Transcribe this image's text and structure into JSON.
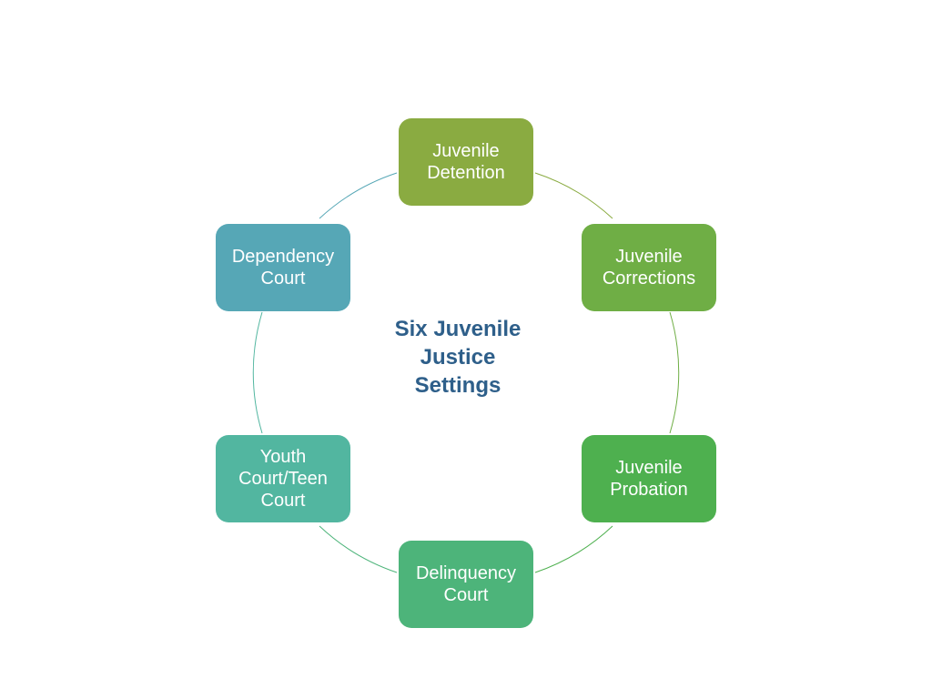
{
  "diagram": {
    "center_title": "Six Juvenile\nJustice\nSettings",
    "nodes": [
      {
        "label": "Juvenile\nDetention",
        "color": "#8aab41"
      },
      {
        "label": "Juvenile\nCorrections",
        "color": "#6fae45"
      },
      {
        "label": "Juvenile\nProbation",
        "color": "#4eb04f"
      },
      {
        "label": "Delinquency\nCourt",
        "color": "#4db47a"
      },
      {
        "label": "Youth\nCourt/Teen\nCourt",
        "color": "#52b6a0"
      },
      {
        "label": "Dependency\nCourt",
        "color": "#56a7b6"
      }
    ]
  }
}
